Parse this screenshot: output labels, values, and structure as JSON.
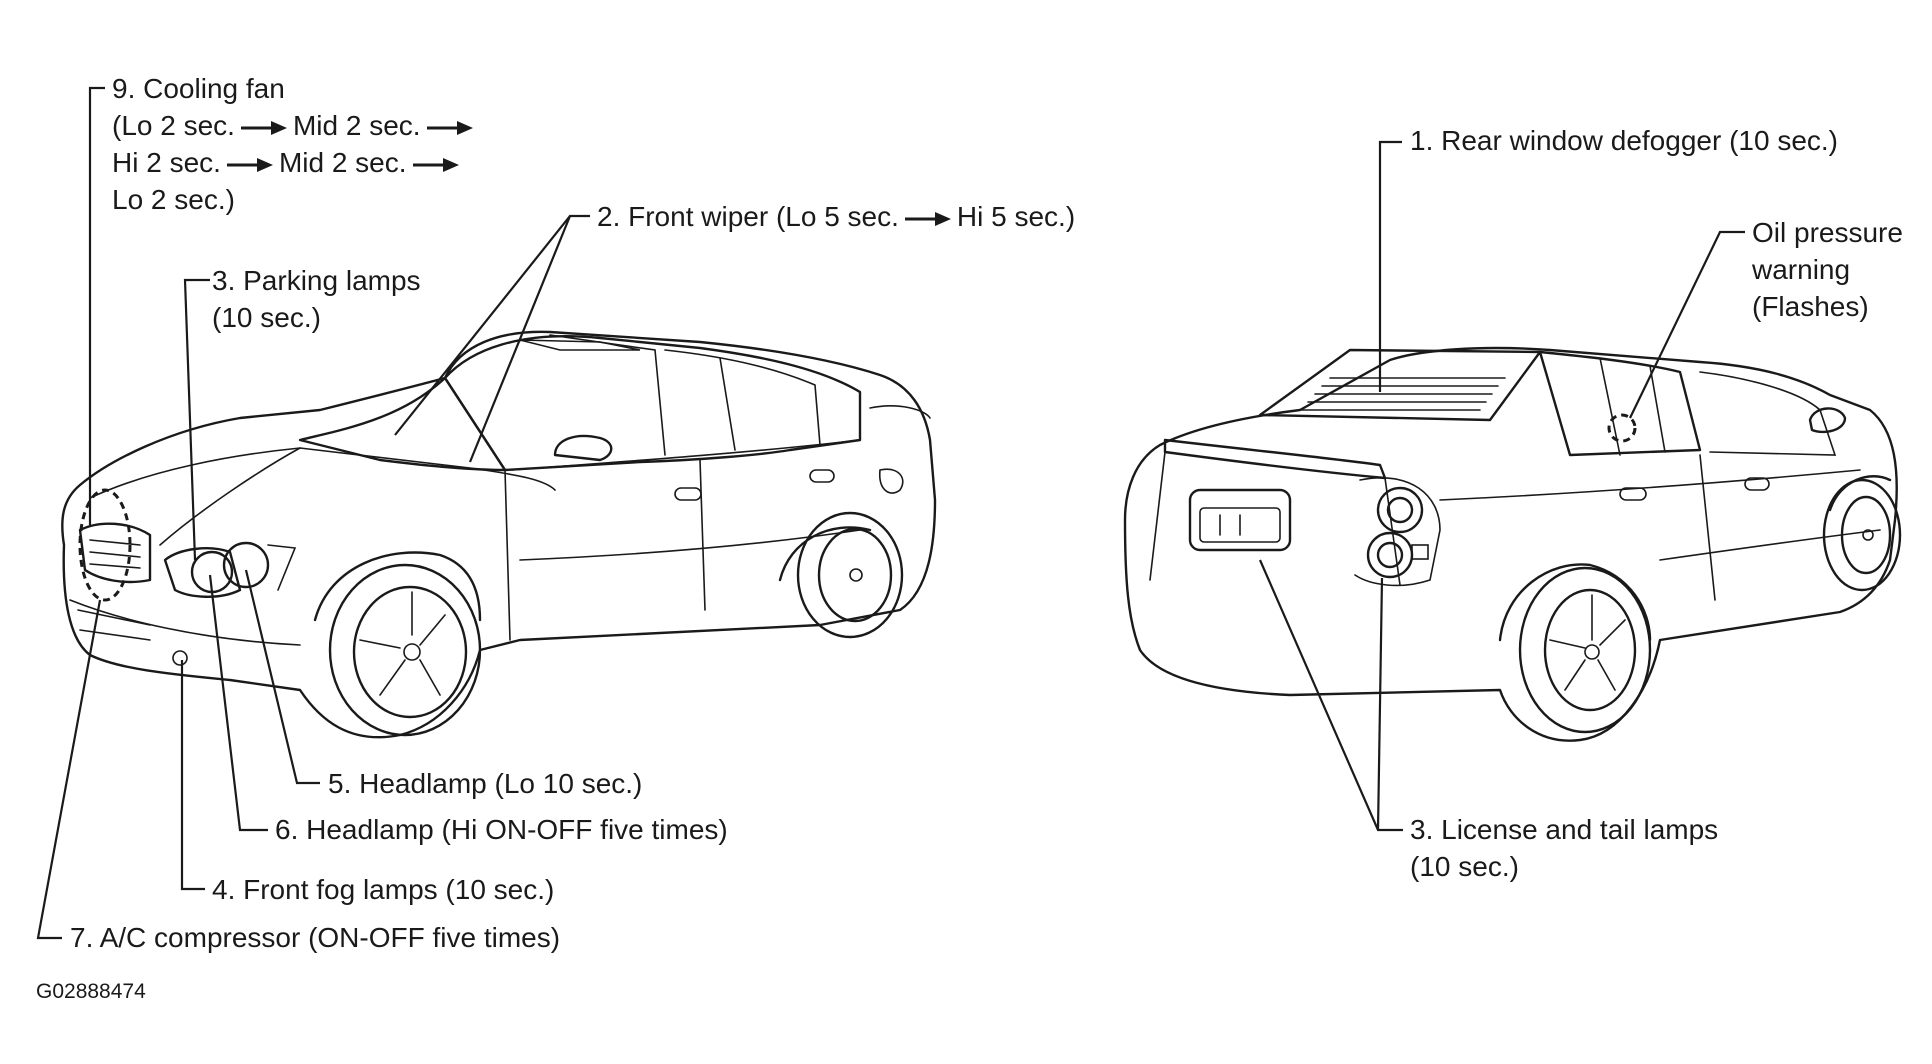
{
  "labels": {
    "cooling_fan": {
      "line1": "9. Cooling fan",
      "line2a": "(Lo 2 sec.",
      "line2b": "Mid 2 sec.",
      "line3a": "Hi 2 sec.",
      "line3b": "Mid 2 sec.",
      "line4": "Lo 2 sec.)"
    },
    "front_wiper": {
      "text_a": "2. Front wiper (Lo 5 sec.",
      "text_b": "Hi 5 sec.)"
    },
    "parking_lamps": {
      "line1": "3. Parking lamps",
      "line2": "(10 sec.)"
    },
    "headlamp_lo": "5. Headlamp (Lo 10 sec.)",
    "headlamp_hi": "6. Headlamp (Hi ON-OFF five times)",
    "front_fog": "4. Front fog lamps (10 sec.)",
    "ac_compressor": "7. A/C compressor (ON-OFF five times)",
    "rear_defogger": "1. Rear window defogger (10 sec.)",
    "oil_pressure": {
      "line1": "Oil pressure",
      "line2": "warning",
      "line3": "(Flashes)"
    },
    "license_tail": {
      "line1": "3. License and tail lamps",
      "line2": "(10 sec.)"
    }
  },
  "figure_code": "G02888474",
  "icons": {
    "sequence_arrow": "right-arrow-icon"
  },
  "colors": {
    "line": "#1a1a1a",
    "background": "#ffffff"
  }
}
